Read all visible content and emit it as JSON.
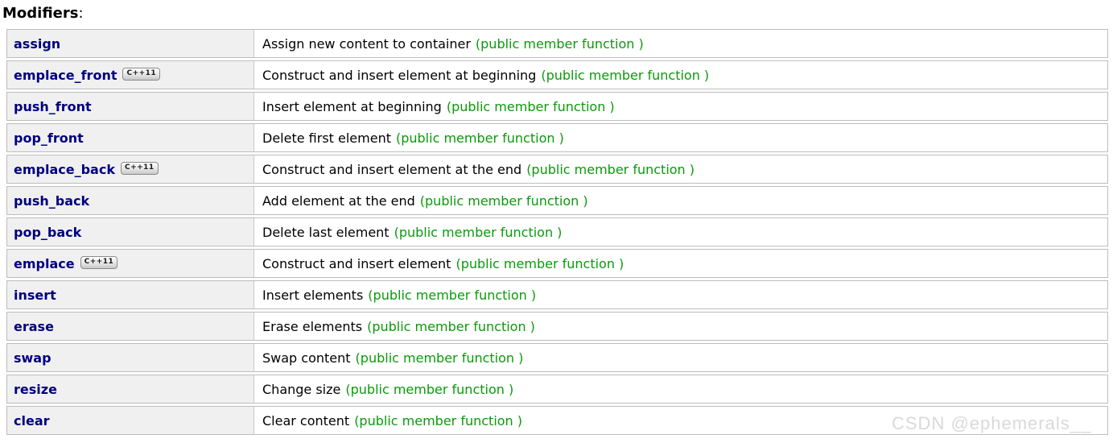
{
  "page": {
    "heading": "Modifiers",
    "heading_suffix": ":",
    "watermark": "CSDN @ephemerals__"
  },
  "table": {
    "badge_label": "C++11",
    "member_type_suffix": "(public member function )",
    "rows": [
      {
        "name": "assign",
        "description": "Assign new content to container",
        "cpp11": false
      },
      {
        "name": "emplace_front",
        "description": "Construct and insert element at beginning",
        "cpp11": true
      },
      {
        "name": "push_front",
        "description": "Insert element at beginning",
        "cpp11": false
      },
      {
        "name": "pop_front",
        "description": "Delete first element",
        "cpp11": false
      },
      {
        "name": "emplace_back",
        "description": "Construct and insert element at the end",
        "cpp11": true
      },
      {
        "name": "push_back",
        "description": "Add element at the end",
        "cpp11": false
      },
      {
        "name": "pop_back",
        "description": "Delete last element",
        "cpp11": false
      },
      {
        "name": "emplace",
        "description": "Construct and insert element",
        "cpp11": true
      },
      {
        "name": "insert",
        "description": "Insert elements",
        "cpp11": false
      },
      {
        "name": "erase",
        "description": "Erase elements",
        "cpp11": false
      },
      {
        "name": "swap",
        "description": "Swap content",
        "cpp11": false
      },
      {
        "name": "resize",
        "description": "Change size",
        "cpp11": false
      },
      {
        "name": "clear",
        "description": "Clear content",
        "cpp11": false
      }
    ]
  },
  "colors": {
    "link": "#000080",
    "member_type": "#0a9a0a",
    "row_border": "#bdbdbd",
    "left_cell_bg": "#f0f0f0",
    "watermark": "#d9d9d9"
  }
}
